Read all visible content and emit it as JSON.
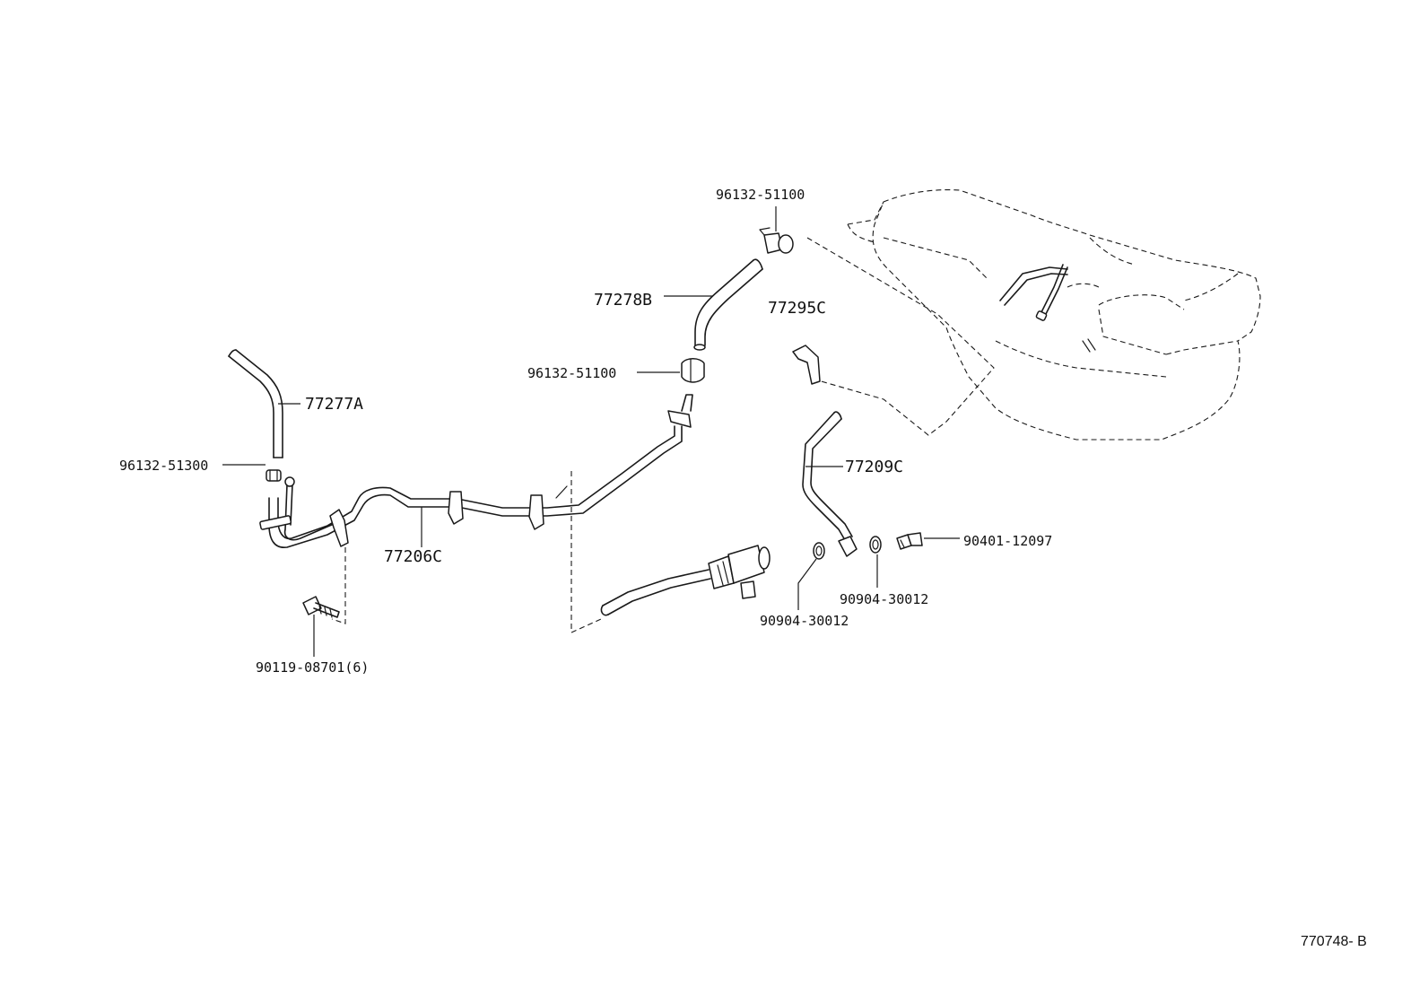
{
  "labels": {
    "hose_a": "77277A",
    "clamp_51300": "96132-51300",
    "pipe_c": "77206C",
    "bolt": "90119-08701(6)",
    "clamp_51100_top": "96132-51100",
    "hose_b": "77278B",
    "clamp_51100_mid": "96132-51100",
    "bracket_c": "77295C",
    "tube_c": "77209C",
    "bolt_12097": "90401-12097",
    "gasket_right": "90904-30012",
    "gasket_left": "90904-30012"
  },
  "figure_ref": "770748- B"
}
